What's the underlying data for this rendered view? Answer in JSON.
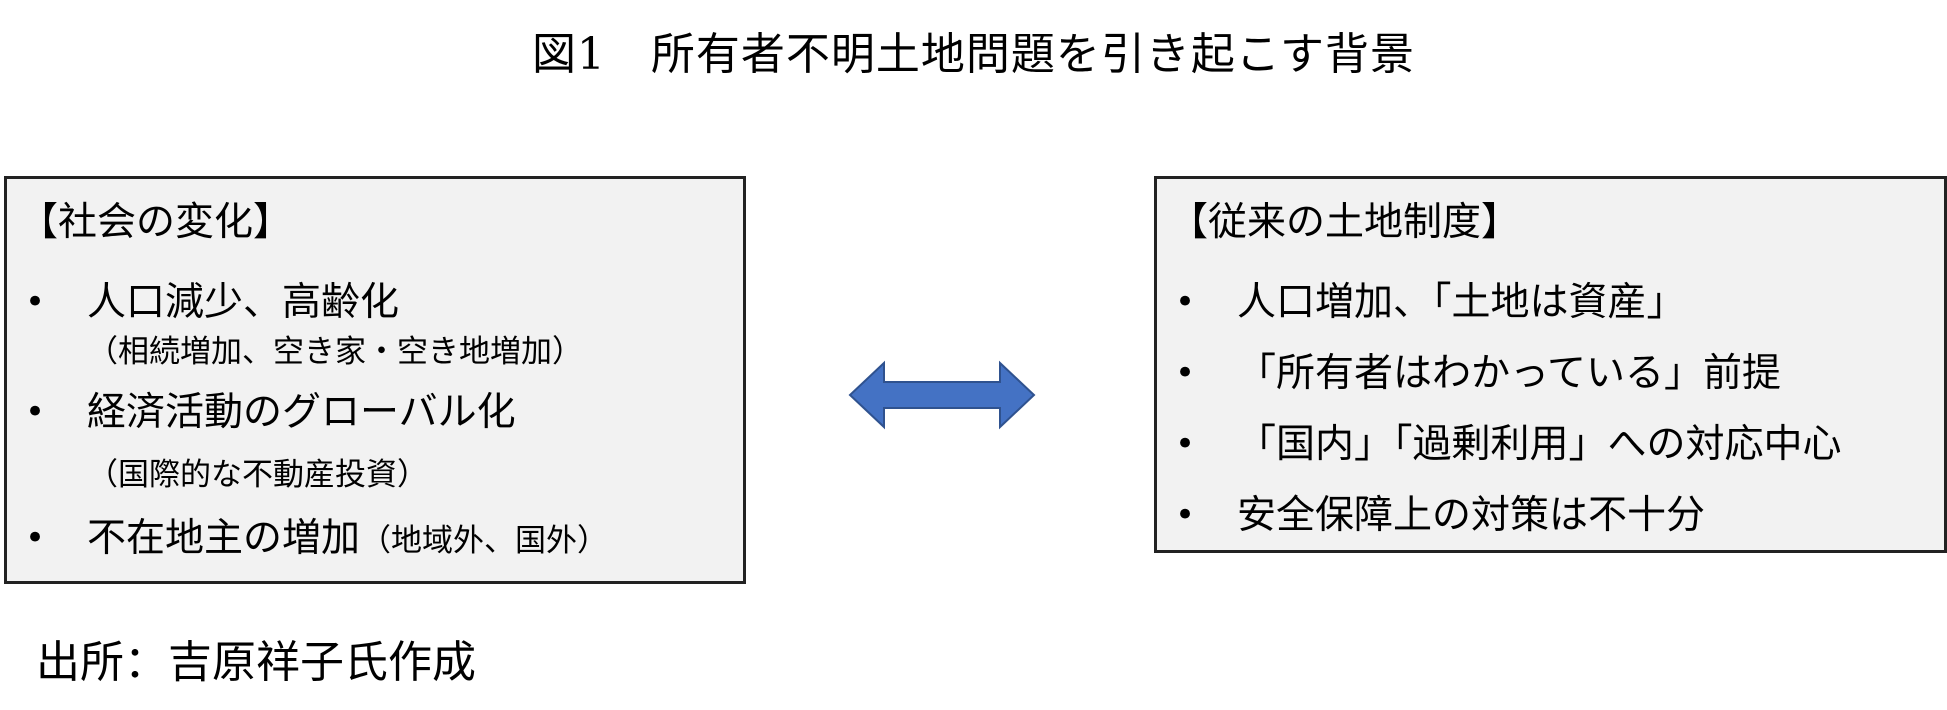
{
  "title": "図1　所有者不明土地問題を引き起こす背景",
  "left_box": {
    "heading": "【社会の変化】",
    "items": [
      {
        "main": "人口減少、高齢化",
        "sub": "（相続増加、空き家・空き地増加）"
      },
      {
        "main": "経済活動のグローバル化",
        "sub": "（国際的な不動産投資）"
      },
      {
        "main": "不在地主の増加",
        "inline_sub": "（地域外、国外）"
      }
    ]
  },
  "right_box": {
    "heading": "【従来の土地制度】",
    "items": [
      {
        "main": "人口増加、「土地は資産」"
      },
      {
        "main": "「所有者はわかっている」前提"
      },
      {
        "main": "「国内」「過剰利用」への対応中心"
      },
      {
        "main": "安全保障上の対策は不十分"
      }
    ]
  },
  "bullet_char": "•",
  "arrow": {
    "icon": "double-headed-arrow-icon",
    "color": "#4472c4",
    "stroke": "#2f528f"
  },
  "source": "出所：吉原祥子氏作成"
}
